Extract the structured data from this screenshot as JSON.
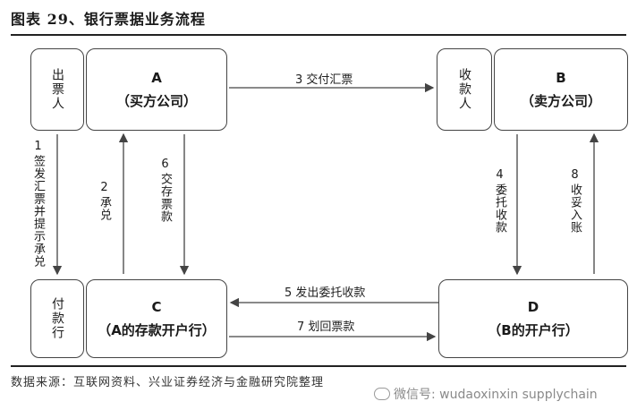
{
  "title": "图表 29、银行票据业务流程",
  "source": "数据来源：互联网资料、兴业证券经济与金融研究院整理",
  "watermark": "微信号: wudaoxinxin supplychain",
  "nodes": {
    "drawer": "出票人",
    "a": {
      "title": "A",
      "sub": "（买方公司）"
    },
    "payee": "收款人",
    "b": {
      "title": "B",
      "sub": "（卖方公司）"
    },
    "payer": "付款行",
    "c": {
      "title": "C",
      "sub": "（A的存款开户行）"
    },
    "d": {
      "title": "D",
      "sub": "（B的开户行）"
    }
  },
  "edges": {
    "e1": {
      "num": "1",
      "text": "签发汇票并提示承兑"
    },
    "e2": {
      "num": "2",
      "text": "承兑"
    },
    "e3": "3 交付汇票",
    "e4": {
      "num": "4",
      "text": "委托收款"
    },
    "e5": "5 发出委托收款",
    "e6": {
      "num": "6",
      "text": "交存票款"
    },
    "e7": "7 划回票款",
    "e8": {
      "num": "8",
      "text": "收妥入账"
    }
  }
}
